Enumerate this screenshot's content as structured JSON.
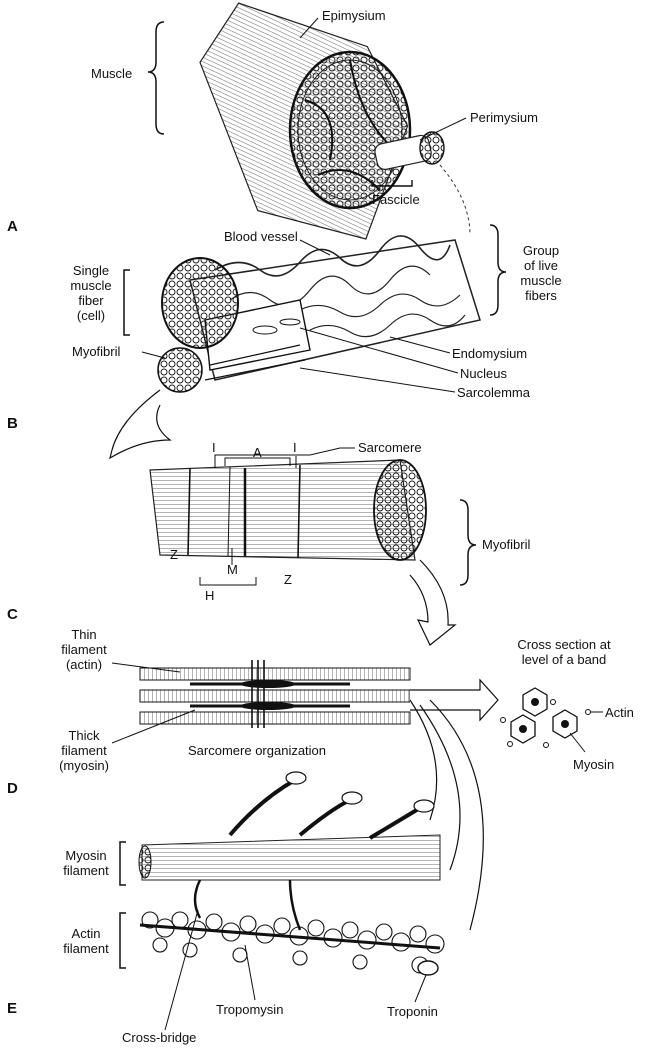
{
  "panels": [
    "A",
    "B",
    "C",
    "D",
    "E"
  ],
  "panel_a": {
    "muscle": "Muscle",
    "epimysium": "Epimysium",
    "perimysium": "Perimysium",
    "fascicle": "Fascicle"
  },
  "panel_b": {
    "blood_vessel": "Blood vessel",
    "single_fiber": [
      "Single",
      "muscle",
      "fiber",
      "(cell)"
    ],
    "group": [
      "Group",
      "of live",
      "muscle",
      "fibers"
    ],
    "myofibril": "Myofibril",
    "endomysium": "Endomysium",
    "nucleus": "Nucleus",
    "sarcolemma": "Sarcolemma"
  },
  "panel_c": {
    "sarcomere": "Sarcomere",
    "i_band_left": "I",
    "a_band": "A",
    "i_band_right": "I",
    "z_left": "Z",
    "m_line": "M",
    "h_zone": "H",
    "z_right": "Z",
    "myofibril": "Myofibril"
  },
  "panel_d": {
    "thin_filament": [
      "Thin",
      "filament",
      "(actin)"
    ],
    "thick_filament": [
      "Thick",
      "filament",
      "(myosin)"
    ],
    "sarcomere_org": "Sarcomere organization",
    "cross_section": [
      "Cross section at",
      "level of a band"
    ],
    "actin": "Actin",
    "myosin": "Myosin"
  },
  "panel_e": {
    "myosin_filament": [
      "Myosin",
      "filament"
    ],
    "actin_filament": [
      "Actin",
      "filament"
    ],
    "tropomyosin": "Tropomysin",
    "troponin": "Troponin",
    "cross_bridge": "Cross-bridge"
  }
}
